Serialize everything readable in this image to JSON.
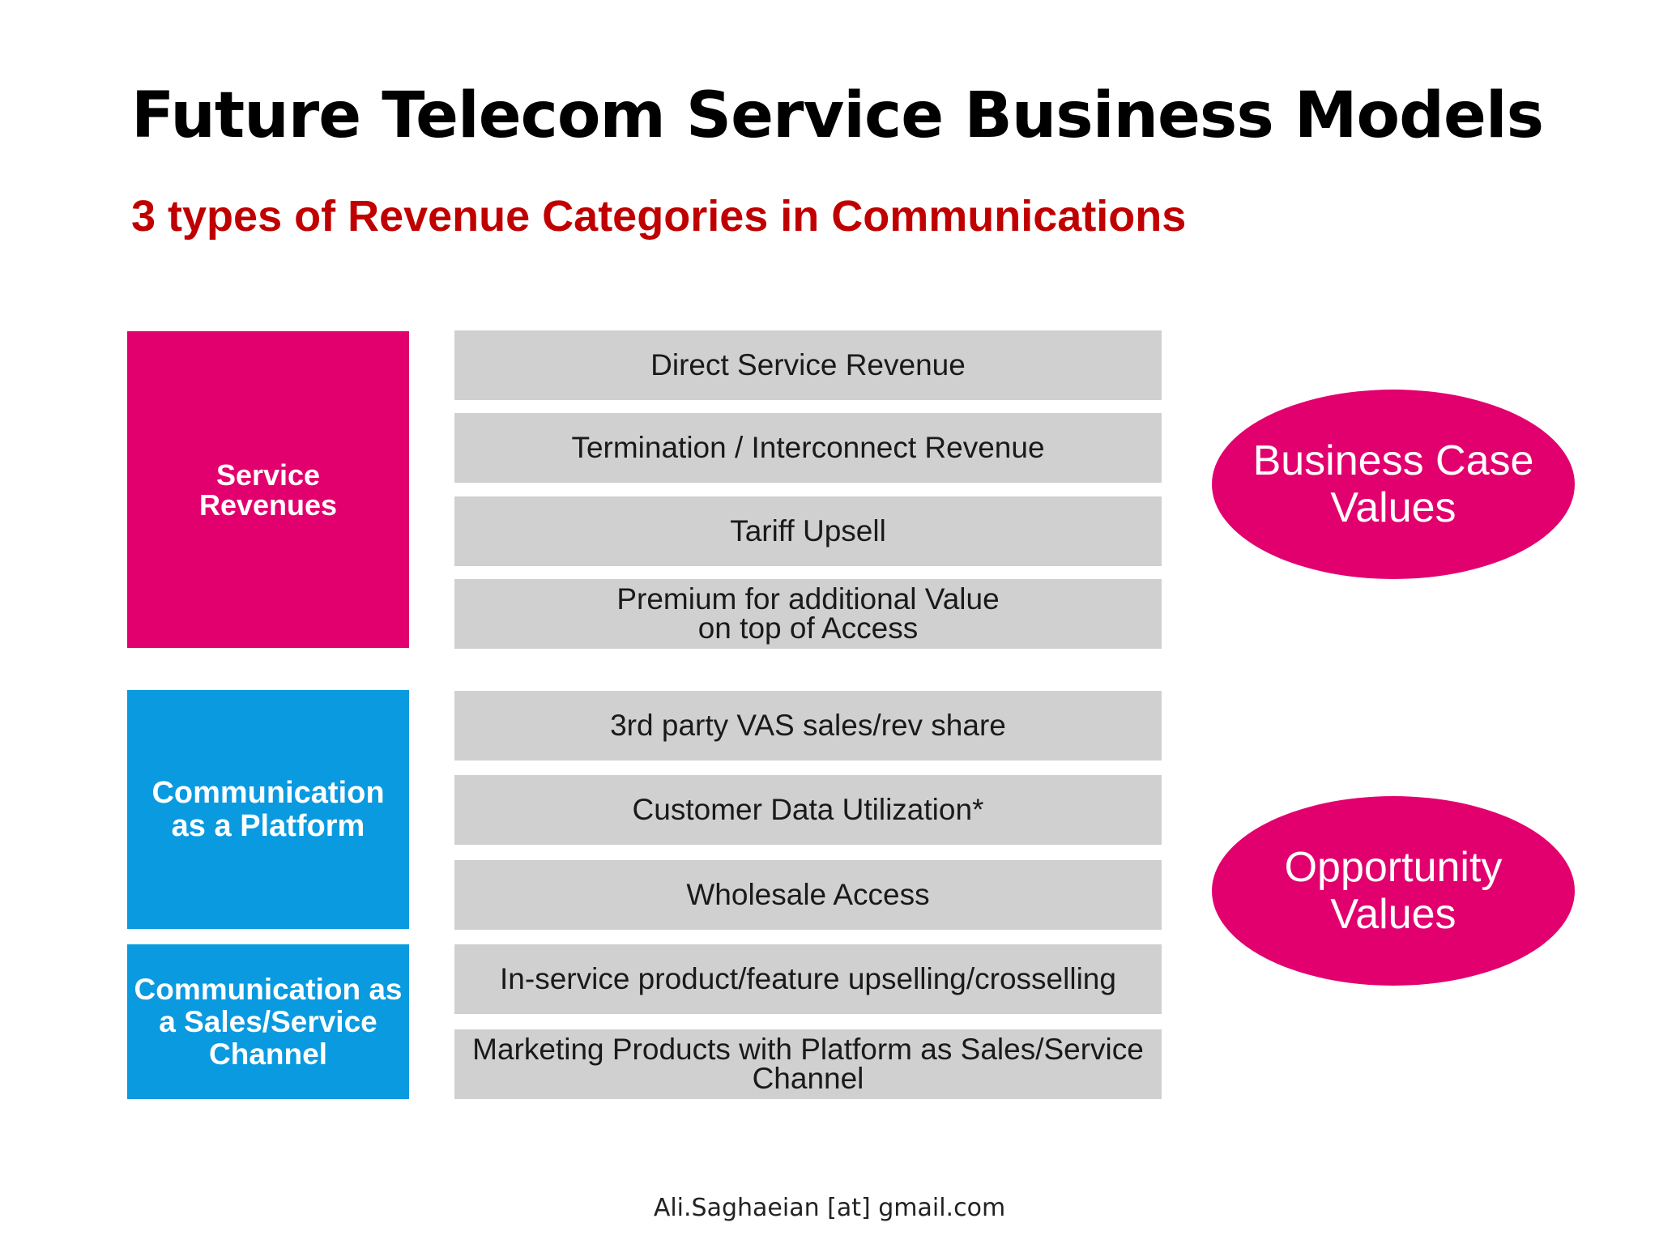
{
  "title": "Future Telecom Service Business Models",
  "subtitle": "3 types of Revenue Categories in Communications",
  "categories": [
    {
      "label": "Service\nRevenues",
      "color": "#e2006e"
    },
    {
      "label": "Communication\nas a Platform",
      "color": "#0a9ae0"
    },
    {
      "label": "Communication as\na Sales/Service\nChannel",
      "color": "#0a9ae0"
    }
  ],
  "rows": [
    "Direct Service Revenue",
    "Termination / Interconnect Revenue",
    "Tariff Upsell",
    "Premium for additional Value\non top of Access",
    "3rd party VAS sales/rev share",
    "Customer Data Utilization*",
    "Wholesale Access",
    "In-service product/feature upselling/crosselling",
    "Marketing Products with Platform as Sales/Service\nChannel"
  ],
  "values": [
    {
      "label": "Business Case\nValues",
      "color": "#e2006e"
    },
    {
      "label": "Opportunity\nValues",
      "color": "#e2006e"
    }
  ],
  "footer": "Ali.Saghaeian [at] gmail.com",
  "colors": {
    "subtitle": "#c00000",
    "row_fill": "#d0d0d0",
    "magenta": "#e2006e",
    "blue": "#0a9ae0"
  }
}
